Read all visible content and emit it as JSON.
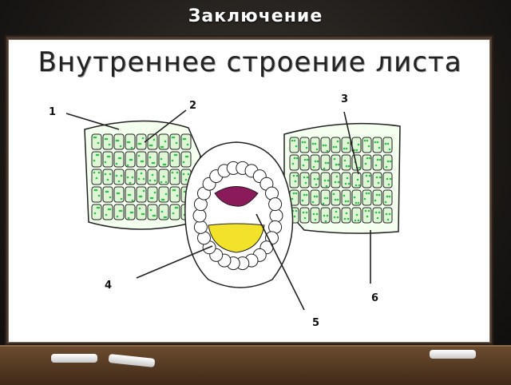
{
  "slide": {
    "title": "Заключение"
  },
  "diagram": {
    "title": "Внутреннее строение листа",
    "labels": [
      "1",
      "2",
      "3",
      "4",
      "5",
      "6"
    ]
  },
  "colors": {
    "chloroplast_green": "#2fbf4a",
    "cell_fill_green": "#d8f5d0",
    "xylem_purple": "#8a1a5a",
    "phloem_yellow": "#f2e22a"
  }
}
